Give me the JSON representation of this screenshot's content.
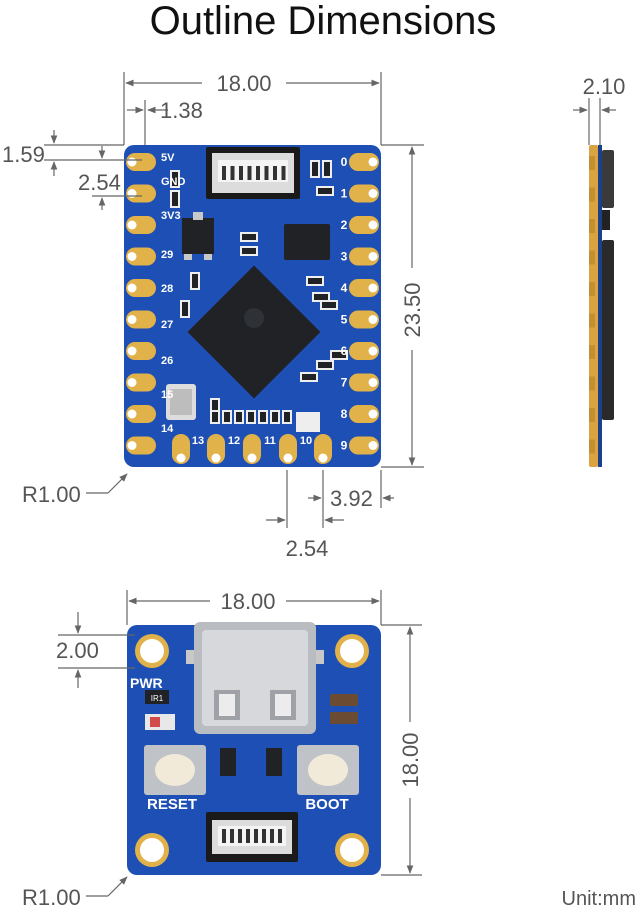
{
  "title": "Outline Dimensions",
  "unit_label": "Unit:mm",
  "top_view": {
    "width_label": "18.00",
    "pad_offset_label": "1.38",
    "edge_offset_label": "1.59",
    "pin_pitch_label": "2.54",
    "height_label": "23.50",
    "bottom_offset_label": "3.92",
    "bottom_pitch_label": "2.54",
    "corner_radius_label": "R1.00",
    "silkscreen": {
      "left_labels": [
        "5V",
        "GND",
        "3V3",
        "29",
        "28",
        "27",
        "26",
        "15",
        "14"
      ],
      "right_numbers": [
        "0",
        "1",
        "2",
        "3",
        "4",
        "5",
        "6",
        "7",
        "8",
        "9"
      ],
      "bottom_numbers": [
        "13",
        "12",
        "11",
        "10"
      ]
    }
  },
  "side_view": {
    "thickness_label": "2.10"
  },
  "bottom_view": {
    "width_label": "18.00",
    "hole_offset_label": "2.00",
    "height_label": "18.00",
    "corner_radius_label": "R1.00",
    "silkscreen": {
      "pwr_label": "PWR",
      "reset_label": "RESET",
      "boot_label": "BOOT",
      "led_label": "IR1"
    }
  },
  "colors": {
    "pcb_blue": "#1d4fb4",
    "pad_gold": "#e2b24a",
    "chip_black": "#202226",
    "dim_line": "#666666"
  }
}
